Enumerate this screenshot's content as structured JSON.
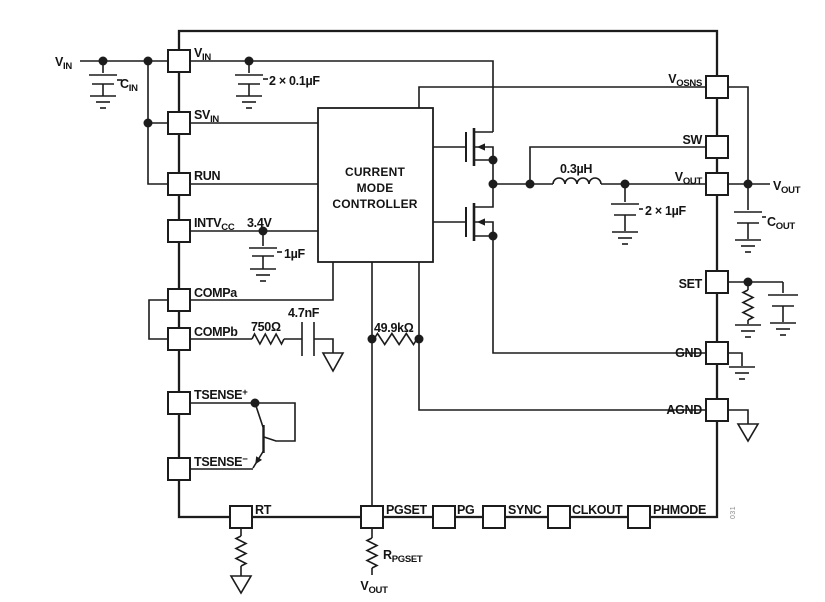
{
  "colors": {
    "line": "#1c1c1c",
    "text": "#141414",
    "figure_id": "#8c8c8c",
    "background": "#ffffff"
  },
  "controller_block": {
    "line1": "CURRENT",
    "line2": "MODE",
    "line3": "CONTROLLER"
  },
  "figure_id": "031",
  "pins": {
    "vin": {
      "main": "V",
      "sub": "IN"
    },
    "svin": {
      "main": "SV",
      "sub": "IN"
    },
    "run": {
      "label": "RUN"
    },
    "intvcc": {
      "main": "INTV",
      "sub": "CC"
    },
    "compa": {
      "label": "COMPa"
    },
    "compb": {
      "label": "COMPb"
    },
    "tsense_plus": {
      "main": "TSENSE",
      "sup": "+"
    },
    "tsense_minus": {
      "main": "TSENSE",
      "sup": "−"
    },
    "vosns": {
      "main": "V",
      "sub": "OSNS"
    },
    "sw": {
      "label": "SW"
    },
    "vout": {
      "main": "V",
      "sub": "OUT"
    },
    "set": {
      "label": "SET"
    },
    "gnd": {
      "label": "GND"
    },
    "agnd": {
      "label": "AGND"
    },
    "rt": {
      "label": "RT"
    },
    "pgset": {
      "label": "PGSET"
    },
    "pg": {
      "label": "PG"
    },
    "sync": {
      "label": "SYNC"
    },
    "clkout": {
      "label": "CLKOUT"
    },
    "phmode": {
      "label": "PHMODE"
    }
  },
  "components": {
    "cin": {
      "main": "C",
      "sub": "IN"
    },
    "input_bypass_cap": {
      "value": "2 × 0.1µF"
    },
    "intvcc_rail": {
      "voltage": "3.4V",
      "cap": "1µF"
    },
    "comp_network": {
      "resistor": "750Ω",
      "capacitor": "4.7nF"
    },
    "pgset_divider": {
      "resistor": "49.9kΩ"
    },
    "inductor": {
      "value": "0.3µH"
    },
    "output_local_cap": {
      "value": "2 × 1µF"
    },
    "cout": {
      "main": "C",
      "sub": "OUT"
    },
    "rpgset": {
      "main": "R",
      "sub": "PGSET"
    }
  },
  "nets": {
    "vin_input": {
      "main": "V",
      "sub": "IN"
    },
    "vout_output": {
      "main": "V",
      "sub": "OUT"
    },
    "rpgset_bottom": {
      "main": "V",
      "sub": "OUT"
    }
  }
}
